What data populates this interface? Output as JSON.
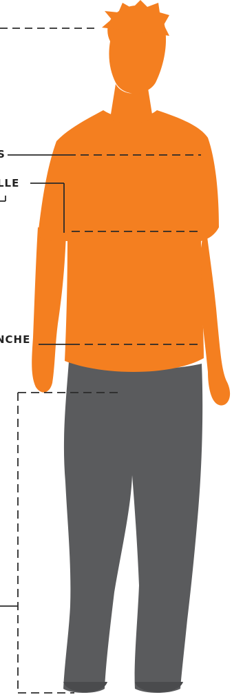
{
  "labels": {
    "chest": "S",
    "waist": "LLE",
    "hip": "NCHE"
  },
  "colors": {
    "shirt": "#f47f20",
    "pants": "#5a5b5d",
    "line": "#2a2a2a"
  }
}
